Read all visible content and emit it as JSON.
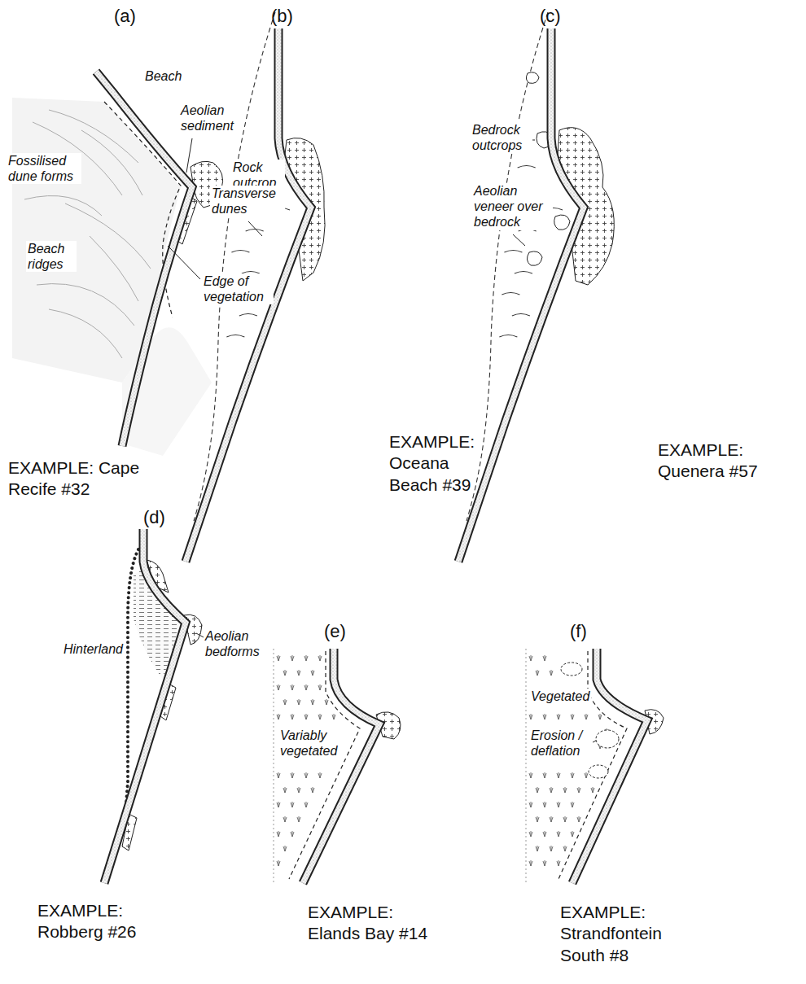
{
  "diagram": {
    "labels": [
      "(a)",
      "Beach",
      "Aeolian sediment",
      "Fossilised dune forms",
      "Rock outcrop",
      "Beach ridges",
      "Edge of vegetation",
      "EXAMPLE: Cape Recife #32",
      "(b)",
      "Transverse dunes",
      "EXAMPLE: Oceana Beach #39",
      "(c)",
      "Bedrock outcrops",
      "Aeolian veneer over bedrock",
      "EXAMPLE: Quenera #57",
      "(d)",
      "Hinterland",
      "Aeolian bedforms",
      "EXAMPLE: Robberg #26",
      "(e)",
      "Variably vegetated",
      "EXAMPLE: Elands Bay #14",
      "(f)",
      "Vegetated",
      "Erosion / deflation",
      "EXAMPLE: Strandfontein South #8"
    ]
  }
}
